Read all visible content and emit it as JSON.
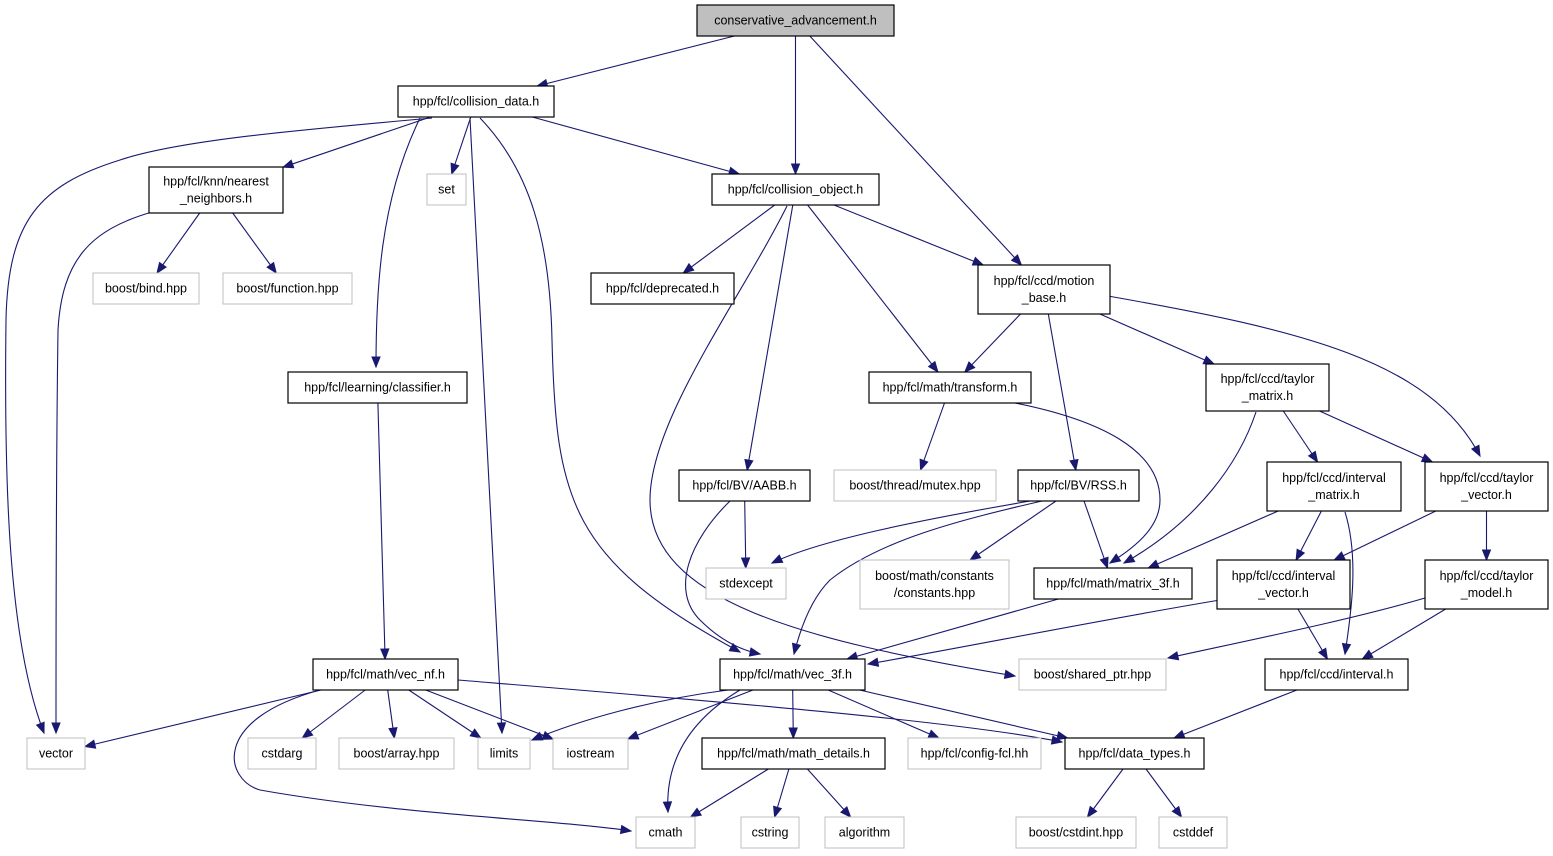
{
  "graph": {
    "title": "",
    "nodes": [
      {
        "id": "conservative_advancement",
        "label": "conservative_advancement.h",
        "kind": "root"
      },
      {
        "id": "collision_data",
        "label": "hpp/fcl/collision_data.h",
        "kind": "local"
      },
      {
        "id": "knn",
        "label": "hpp/fcl/knn/nearest\n_neighbors.h",
        "kind": "local"
      },
      {
        "id": "set",
        "label": "set",
        "kind": "external"
      },
      {
        "id": "collision_object",
        "label": "hpp/fcl/collision_object.h",
        "kind": "local"
      },
      {
        "id": "boost_bind",
        "label": "boost/bind.hpp",
        "kind": "external"
      },
      {
        "id": "boost_function",
        "label": "boost/function.hpp",
        "kind": "external"
      },
      {
        "id": "deprecated",
        "label": "hpp/fcl/deprecated.h",
        "kind": "local"
      },
      {
        "id": "motion_base",
        "label": "hpp/fcl/ccd/motion\n_base.h",
        "kind": "local"
      },
      {
        "id": "classifier",
        "label": "hpp/fcl/learning/classifier.h",
        "kind": "local"
      },
      {
        "id": "transform",
        "label": "hpp/fcl/math/transform.h",
        "kind": "local"
      },
      {
        "id": "taylor_matrix",
        "label": "hpp/fcl/ccd/taylor\n_matrix.h",
        "kind": "local"
      },
      {
        "id": "boost_mutex",
        "label": "boost/thread/mutex.hpp",
        "kind": "external"
      },
      {
        "id": "aabb",
        "label": "hpp/fcl/BV/AABB.h",
        "kind": "local"
      },
      {
        "id": "rss",
        "label": "hpp/fcl/BV/RSS.h",
        "kind": "local"
      },
      {
        "id": "interval_matrix",
        "label": "hpp/fcl/ccd/interval\n_matrix.h",
        "kind": "local"
      },
      {
        "id": "taylor_vector",
        "label": "hpp/fcl/ccd/taylor\n_vector.h",
        "kind": "local"
      },
      {
        "id": "stdexcept",
        "label": "stdexcept",
        "kind": "external"
      },
      {
        "id": "boost_constants",
        "label": "boost/math/constants\n/constants.hpp",
        "kind": "external"
      },
      {
        "id": "matrix_3f",
        "label": "hpp/fcl/math/matrix_3f.h",
        "kind": "local"
      },
      {
        "id": "interval_vector",
        "label": "hpp/fcl/ccd/interval\n_vector.h",
        "kind": "local"
      },
      {
        "id": "taylor_model",
        "label": "hpp/fcl/ccd/taylor\n_model.h",
        "kind": "local"
      },
      {
        "id": "vec_nf",
        "label": "hpp/fcl/math/vec_nf.h",
        "kind": "local"
      },
      {
        "id": "vec_3f",
        "label": "hpp/fcl/math/vec_3f.h",
        "kind": "local"
      },
      {
        "id": "boost_shared_ptr",
        "label": "boost/shared_ptr.hpp",
        "kind": "external"
      },
      {
        "id": "interval",
        "label": "hpp/fcl/ccd/interval.h",
        "kind": "local"
      },
      {
        "id": "vector",
        "label": "vector",
        "kind": "external"
      },
      {
        "id": "cstdarg",
        "label": "cstdarg",
        "kind": "external"
      },
      {
        "id": "boost_array",
        "label": "boost/array.hpp",
        "kind": "external"
      },
      {
        "id": "limits",
        "label": "limits",
        "kind": "external"
      },
      {
        "id": "iostream",
        "label": "iostream",
        "kind": "external"
      },
      {
        "id": "math_details",
        "label": "hpp/fcl/math/math_details.h",
        "kind": "local"
      },
      {
        "id": "config_fcl",
        "label": "hpp/fcl/config-fcl.hh",
        "kind": "external"
      },
      {
        "id": "data_types",
        "label": "hpp/fcl/data_types.h",
        "kind": "local"
      },
      {
        "id": "cmath",
        "label": "cmath",
        "kind": "external"
      },
      {
        "id": "cstring",
        "label": "cstring",
        "kind": "external"
      },
      {
        "id": "algorithm",
        "label": "algorithm",
        "kind": "external"
      },
      {
        "id": "boost_cstdint",
        "label": "boost/cstdint.hpp",
        "kind": "external"
      },
      {
        "id": "cstddef",
        "label": "cstddef",
        "kind": "external"
      }
    ],
    "edges": [
      [
        "conservative_advancement",
        "collision_data"
      ],
      [
        "conservative_advancement",
        "collision_object"
      ],
      [
        "conservative_advancement",
        "motion_base"
      ],
      [
        "collision_data",
        "knn"
      ],
      [
        "collision_data",
        "set"
      ],
      [
        "collision_data",
        "collision_object"
      ],
      [
        "collision_data",
        "vector"
      ],
      [
        "collision_data",
        "classifier"
      ],
      [
        "collision_data",
        "limits"
      ],
      [
        "collision_data",
        "vec_3f"
      ],
      [
        "knn",
        "boost_bind"
      ],
      [
        "knn",
        "boost_function"
      ],
      [
        "knn",
        "vector"
      ],
      [
        "collision_object",
        "deprecated"
      ],
      [
        "collision_object",
        "motion_base"
      ],
      [
        "collision_object",
        "transform"
      ],
      [
        "collision_object",
        "aabb"
      ],
      [
        "collision_object",
        "boost_shared_ptr"
      ],
      [
        "motion_base",
        "transform"
      ],
      [
        "motion_base",
        "rss"
      ],
      [
        "motion_base",
        "taylor_matrix"
      ],
      [
        "motion_base",
        "taylor_vector"
      ],
      [
        "classifier",
        "vec_nf"
      ],
      [
        "transform",
        "boost_mutex"
      ],
      [
        "transform",
        "matrix_3f"
      ],
      [
        "taylor_matrix",
        "interval_matrix"
      ],
      [
        "taylor_matrix",
        "taylor_vector"
      ],
      [
        "taylor_matrix",
        "matrix_3f"
      ],
      [
        "aabb",
        "stdexcept"
      ],
      [
        "aabb",
        "vec_3f"
      ],
      [
        "rss",
        "stdexcept"
      ],
      [
        "rss",
        "boost_constants"
      ],
      [
        "rss",
        "matrix_3f"
      ],
      [
        "rss",
        "vec_3f"
      ],
      [
        "interval_matrix",
        "matrix_3f"
      ],
      [
        "interval_matrix",
        "interval_vector"
      ],
      [
        "interval_matrix",
        "interval"
      ],
      [
        "taylor_vector",
        "interval_vector"
      ],
      [
        "taylor_vector",
        "taylor_model"
      ],
      [
        "matrix_3f",
        "vec_3f"
      ],
      [
        "interval_vector",
        "vec_3f"
      ],
      [
        "interval_vector",
        "interval"
      ],
      [
        "taylor_model",
        "boost_shared_ptr"
      ],
      [
        "taylor_model",
        "interval"
      ],
      [
        "vec_nf",
        "vector"
      ],
      [
        "vec_nf",
        "cstdarg"
      ],
      [
        "vec_nf",
        "boost_array"
      ],
      [
        "vec_nf",
        "limits"
      ],
      [
        "vec_nf",
        "iostream"
      ],
      [
        "vec_nf",
        "cmath"
      ],
      [
        "vec_nf",
        "data_types"
      ],
      [
        "vec_3f",
        "limits"
      ],
      [
        "vec_3f",
        "iostream"
      ],
      [
        "vec_3f",
        "math_details"
      ],
      [
        "vec_3f",
        "config_fcl"
      ],
      [
        "vec_3f",
        "data_types"
      ],
      [
        "vec_3f",
        "cmath"
      ],
      [
        "interval",
        "data_types"
      ],
      [
        "math_details",
        "cmath"
      ],
      [
        "math_details",
        "cstring"
      ],
      [
        "math_details",
        "algorithm"
      ],
      [
        "data_types",
        "boost_cstdint"
      ],
      [
        "data_types",
        "cstddef"
      ]
    ]
  }
}
